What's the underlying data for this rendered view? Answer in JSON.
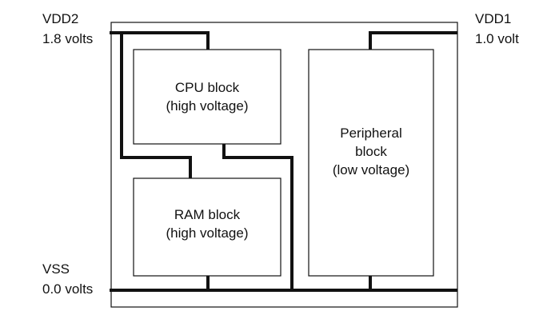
{
  "rails": {
    "vdd2": {
      "name": "VDD2",
      "voltage": "1.8 volts"
    },
    "vdd1": {
      "name": "VDD1",
      "voltage": "1.0 volt"
    },
    "vss": {
      "name": "VSS",
      "voltage": "0.0 volts"
    }
  },
  "blocks": {
    "cpu": {
      "line1": "CPU block",
      "line2": "(high voltage)"
    },
    "ram": {
      "line1": "RAM block",
      "line2": "(high voltage)"
    },
    "peripheral": {
      "line1": "Peripheral",
      "line2": "block",
      "line3": "(low voltage)"
    }
  },
  "colors": {
    "wire": "#111111",
    "outline": "#111111",
    "background": "#ffffff"
  }
}
